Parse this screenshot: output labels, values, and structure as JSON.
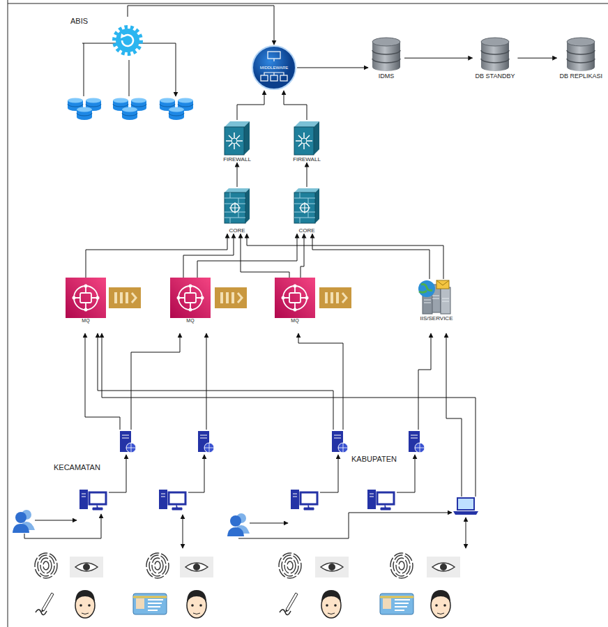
{
  "diagram": {
    "nodes": [
      {
        "text": [
          "ABIS"
        ]
      },
      {
        "text": [
          "MIDDLEWARE"
        ]
      },
      {
        "text": [
          "IDMS"
        ]
      },
      {
        "text": [
          "DB STANDBY"
        ]
      },
      {
        "text": [
          "DB REPLIKASI"
        ]
      },
      {
        "text": [
          "FIREWALL"
        ]
      },
      {
        "text": [
          "FIREWALL"
        ]
      },
      {
        "text": [
          "CORE"
        ]
      },
      {
        "text": [
          "CORE"
        ]
      },
      {
        "text": [
          "MQ"
        ]
      },
      {
        "text": [
          "MQ"
        ]
      },
      {
        "text": [
          "MQ"
        ]
      },
      {
        "text": [
          "IIS/SERVICE"
        ]
      }
    ],
    "edges": [
      {
        "from": 0,
        "to": 1,
        "arrow": "to"
      },
      {
        "from": 1,
        "to": 2,
        "arrow": "to"
      },
      {
        "from": 2,
        "to": 3,
        "arrow": "to"
      },
      {
        "from": 3,
        "to": 4,
        "arrow": "to"
      },
      {
        "from": 5,
        "to": 1,
        "arrow": "to"
      },
      {
        "from": 6,
        "to": 1,
        "arrow": "to"
      },
      {
        "from": 7,
        "to": 5,
        "arrow": "to"
      },
      {
        "from": 8,
        "to": 6,
        "arrow": "to"
      },
      {
        "from": 9,
        "to": 7,
        "arrow": "to"
      },
      {
        "from": 10,
        "to": 7,
        "arrow": "to"
      },
      {
        "from": 10,
        "to": 8,
        "arrow": "to"
      },
      {
        "from": 11,
        "to": 8,
        "arrow": "to"
      },
      {
        "from": 11,
        "to": 7,
        "arrow": "to"
      },
      {
        "from": 12,
        "to": 8,
        "arrow": "to"
      },
      {
        "from": 12,
        "to": 7,
        "arrow": "to"
      }
    ],
    "labels": [
      "KECAMATAN",
      "KABUPATEN"
    ]
  }
}
